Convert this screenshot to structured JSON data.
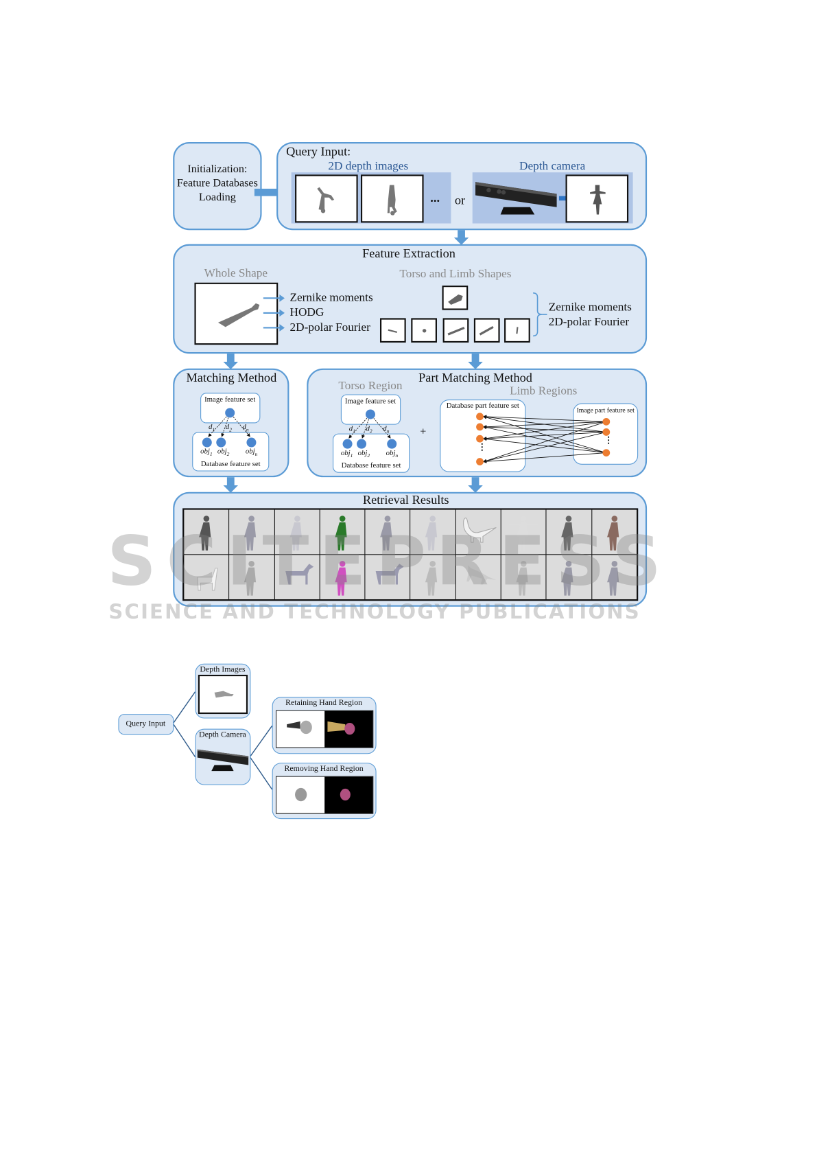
{
  "init": {
    "line1": "Initialization:",
    "line2": "Feature Databases",
    "line3": "Loading"
  },
  "query": {
    "title": "Query Input:",
    "depth_images_label": "2D depth images",
    "ellipsis": "...",
    "or": "or",
    "depth_camera_label": "Depth camera"
  },
  "feature": {
    "title": "Feature Extraction",
    "whole_shape": "Whole Shape",
    "torso_limb": "Torso and Limb Shapes",
    "whole_features": [
      "Zernike moments",
      "HODG",
      "2D-polar Fourier"
    ],
    "part_features": [
      "Zernike moments",
      "2D-polar Fourier"
    ]
  },
  "matching": {
    "title": "Matching Method",
    "image_set": "Image feature set",
    "db_set": "Database feature set",
    "d": [
      "d",
      "d",
      "d"
    ],
    "d_sub": [
      "1",
      "2",
      "n"
    ],
    "obj": [
      "obj",
      "obj",
      "obj"
    ],
    "obj_sub": [
      "1",
      "2",
      "n"
    ]
  },
  "part": {
    "title": "Part Matching Method",
    "torso_region": "Torso Region",
    "limb_regions": "Limb Regions",
    "image_set": "Image feature set",
    "db_set": "Database feature set",
    "plus": "+",
    "db_part_set": "Database part feature set",
    "image_part_set": "Image part feature set",
    "vdots": "⋮"
  },
  "retrieval": {
    "title": "Retrieval Results",
    "items": [
      "human-dark",
      "human-gray",
      "robot",
      "human-green",
      "human-gray",
      "robot",
      "dinosaur",
      "human-tpose",
      "human-woman",
      "human-brown",
      "chair",
      "human-kick",
      "horse",
      "human-pink",
      "horse",
      "human-point",
      "cat",
      "human-walk",
      "human-gray",
      "human-gray"
    ]
  },
  "bottom": {
    "query_input": "Query Input",
    "depth_images": "Depth Images",
    "depth_camera": "Depth Camera",
    "retaining": "Retaining Hand Region",
    "removing": "Removing Hand Region"
  },
  "watermark": {
    "big": "SCITEPRESS",
    "small": "SCIENCE AND TECHNOLOGY PUBLICATIONS"
  },
  "colors": {
    "box_fill": "#dde8f5",
    "box_border": "#5b9bd5",
    "panel": "#aec4e6",
    "node_blue": "#4a86cf",
    "node_orange": "#ed7d31"
  }
}
